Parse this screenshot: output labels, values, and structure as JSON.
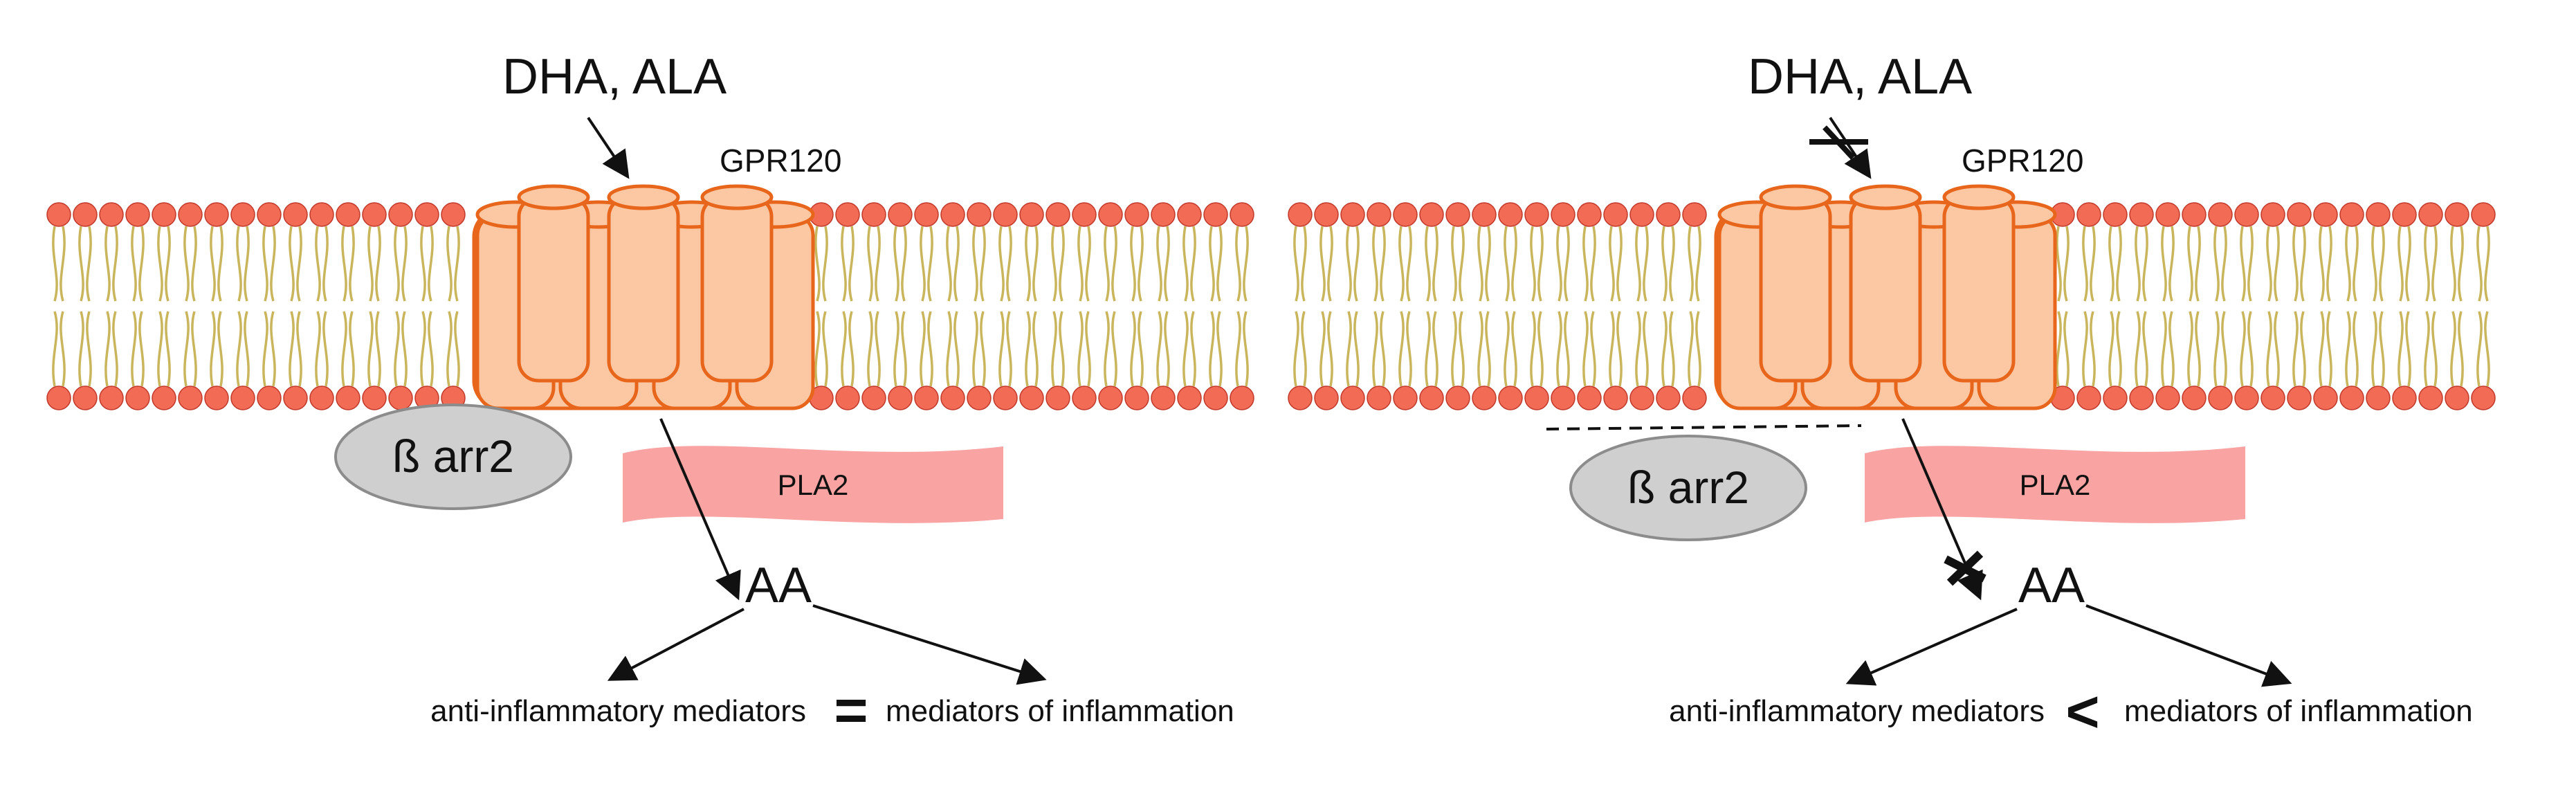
{
  "colors": {
    "head_fill": "#f26b55",
    "head_stroke": "#c0392b",
    "tail": "#c9b55c",
    "receptor_fill": "#fcc7a3",
    "receptor_stroke": "#e8661c",
    "pla2_fill": "#f9a3a3",
    "barr_fill": "#cfcfcf",
    "barr_stroke": "#8c8c8c",
    "arrow": "#111111"
  },
  "panels": [
    {
      "ligand": "DHA, ALA",
      "receptor": "GPR120",
      "barr": "ß arr2",
      "pla2": "PLA2",
      "aa": "AA",
      "left_mediator": "anti-inflammatory mediators",
      "relation": "=",
      "right_mediator": "mediators of inflammation",
      "ligand_blocked": false,
      "aa_blocked": false,
      "barr_bound": true
    },
    {
      "ligand": "DHA, ALA",
      "receptor": "GPR120",
      "barr": "ß arr2",
      "pla2": "PLA2",
      "aa": "AA",
      "left_mediator": "anti-inflammatory mediators",
      "relation": "<",
      "right_mediator": "mediators of inflammation",
      "ligand_blocked": true,
      "aa_blocked": true,
      "barr_bound": false
    }
  ]
}
